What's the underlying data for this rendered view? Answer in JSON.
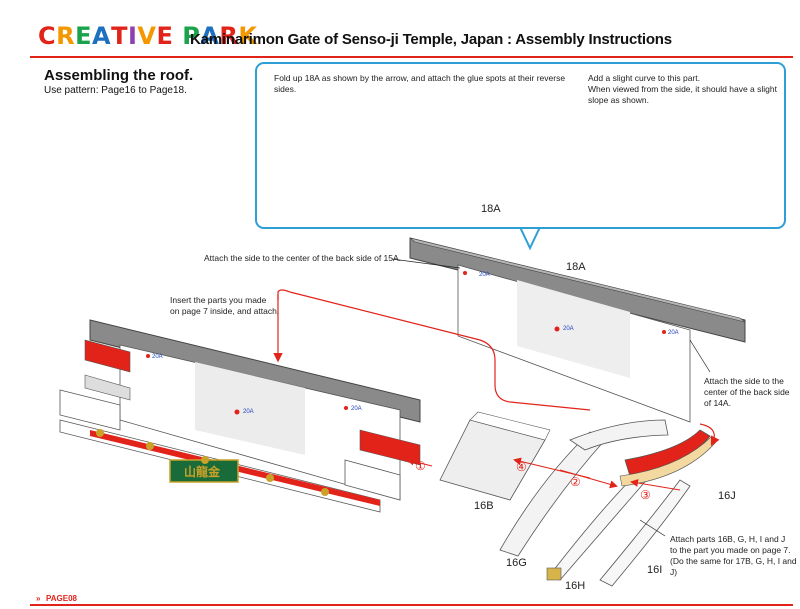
{
  "header": {
    "brand": "CREATIVE PARK",
    "brand_colors": [
      "#e2231a",
      "#f39800",
      "#1aa34a",
      "#1d6fbf",
      "#e2231a",
      "#8e3fb0",
      "#f39800",
      "#e2231a",
      "#1aa34a",
      "#1d6fbf",
      "#e2231a",
      "#f39800",
      "#1aa34a"
    ],
    "title": "Kaminarimon Gate of Senso-ji Temple, Japan : Assembly Instructions"
  },
  "section": {
    "title": "Assembling the roof.",
    "subtitle": "Use pattern: Page16 to Page18."
  },
  "callout": {
    "fold_instruction": "Fold up 18A as shown by the arrow, and attach the glue spots at their reverse sides.",
    "curve_line1": "Add a slight curve to this part.",
    "curve_line2": "When viewed from the side, it should have a slight",
    "curve_line3": "slope as shown.",
    "part_label": "18A"
  },
  "instructions": {
    "attach_15a": "Attach the side to the center of the back side of 15A.",
    "insert_line1": "Insert the parts you made",
    "insert_line2": "on page 7 inside, and attach.",
    "attach_14a_line1": "Attach the side to the",
    "attach_14a_line2": "center of the back side",
    "attach_14a_line3": "of 14A.",
    "attach_16_line1": "Attach parts 16B, G, H, I and J",
    "attach_16_line2": "to the part you made on page 7.",
    "attach_16_line3": "(Do the same for 17B, G, H, I and J)"
  },
  "labels": {
    "part_18a": "18A",
    "glue_20a": "20A",
    "part_16b": "16B",
    "part_16g": "16G",
    "part_16h": "16H",
    "part_16i": "16I",
    "part_16j": "16J",
    "step1": "①",
    "step2": "②",
    "step3": "③",
    "step4": "④",
    "plaque_text": "山龍金"
  },
  "footer": {
    "marker": "»",
    "page": "PAGE08"
  },
  "colors": {
    "accent_red": "#e2231a",
    "callout_blue": "#2e9fd6",
    "roof_gray": "#8a8a8a",
    "plaque_green": "#1a6b3a"
  }
}
